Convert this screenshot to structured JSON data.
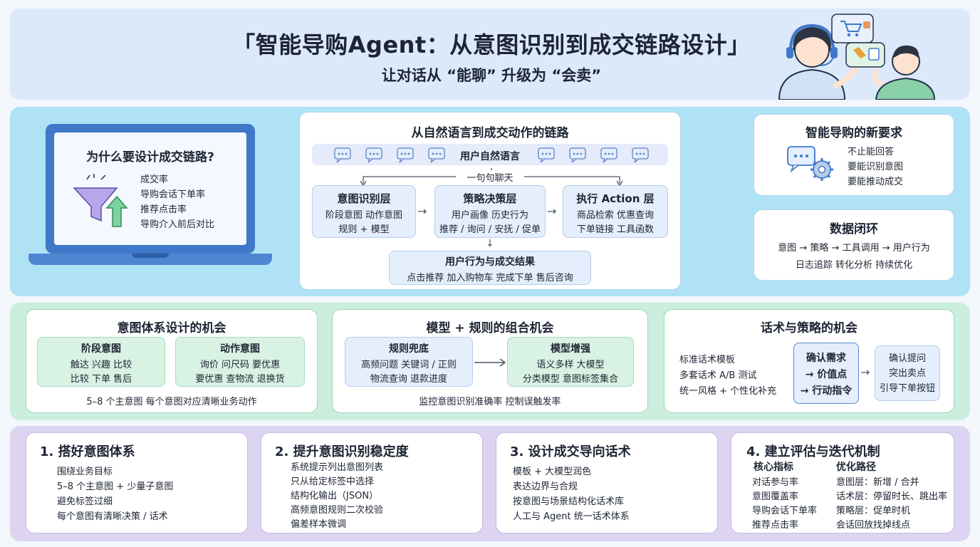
{
  "header": {
    "title": "「智能导购Agent：从意图识别到成交链路设计」",
    "subtitle": "让对话从 “能聊” 升级为 “会卖”"
  },
  "why": {
    "title": "为什么要设计成交链路?",
    "items": [
      "成交率",
      "导购会话下单率",
      "推荐点击率",
      "导购介入前后对比"
    ]
  },
  "chain": {
    "title": "从自然语言到成交动作的链路",
    "input_label": "用户自然语言",
    "split_label": "一句句聊天",
    "layers": [
      {
        "title": "意图识别层",
        "line1": "阶段意图   动作意图",
        "line2": "规则 + 模型"
      },
      {
        "title": "策略决策层",
        "line1": "用户画像   历史行为",
        "line2": "推荐 / 询问 / 安抚 / 促单"
      },
      {
        "title": "执行 Action 层",
        "line1": "商品检索   优惠查询",
        "line2": "下单链接   工具函数"
      }
    ],
    "result": {
      "title": "用户行为与成交结果",
      "line": "点击推荐    加入购物车    完成下单    售后咨询"
    }
  },
  "requirements": {
    "title": "智能导购的新要求",
    "items": [
      "不止能回答",
      "要能识别意图",
      "要能推动成交"
    ]
  },
  "loop": {
    "title": "数据闭环",
    "line1": "意图 → 策略 → 工具调用 → 用户行为",
    "line2": "日志追踪    转化分析    持续优化"
  },
  "intent_opps": {
    "title": "意图体系设计的机会",
    "stage": {
      "title": "阶段意图",
      "row1": "触达    兴趣    比较",
      "row2": "比较    下单    售后"
    },
    "action": {
      "title": "动作意图",
      "row1": "询价    问尺码    要优惠",
      "row2": "要优惠    查物流    退换货"
    },
    "note": "5–8 个主意图    每个意图对应清晰业务动作"
  },
  "model_opps": {
    "title": "模型 + 规则的组合机会",
    "rules": {
      "title": "规则兜底",
      "row1": "高频问题    关键词 / 正则",
      "row2": "物流查询    退款进度"
    },
    "model": {
      "title": "模型增强",
      "row1": "语义多样    大模型",
      "row2": "分类模型    意图标签集合"
    },
    "note": "监控意图识别准确率    控制误触发率"
  },
  "script_opps": {
    "title": "话术与策略的机会",
    "left": [
      "标准话术模板",
      "多套话术 A/B 测试",
      "统一风格 + 个性化补充"
    ],
    "middle": [
      "确认需求",
      "→ 价值点",
      "→ 行动指令"
    ],
    "right": [
      "确认提问",
      "突出卖点",
      "引导下单按钮"
    ]
  },
  "steps": [
    {
      "title": "1. 搭好意图体系",
      "items": [
        "围绕业务目标",
        "5–8 个主意图 + 少量子意图",
        "避免标签过细",
        "每个意图有清晰决策 / 话术"
      ]
    },
    {
      "title": "2. 提升意图识别稳定度",
      "items": [
        "系统提示列出意图列表",
        "只从给定标签中选择",
        "结构化输出（JSON）",
        "高频意图规则二次校验",
        "偏差样本微调"
      ]
    },
    {
      "title": "3. 设计成交导向话术",
      "items": [
        "模板 + 大模型润色",
        "表达边界与合规",
        "按意图与场景结构化话术库",
        "人工与 Agent 统一话术体系"
      ]
    },
    {
      "title": "4. 建立评估与迭代机制",
      "metrics_title": "核心指标",
      "metrics": [
        "对话参与率",
        "意图覆盖率",
        "导购会话下单率",
        "推荐点击率"
      ],
      "paths_title": "优化路径",
      "paths": [
        "意图层：新增 / 合并",
        "话术层：停留时长、跳出率",
        "策略层：促单时机",
        "会话回放找掉线点"
      ]
    }
  ],
  "colors": {
    "accent_blue": "#3f78c9",
    "accent_green": "#2fae6a",
    "chain_band": "#aee2f4",
    "opps_band": "#cbeedf",
    "steps_band": "#dcd4f0"
  }
}
